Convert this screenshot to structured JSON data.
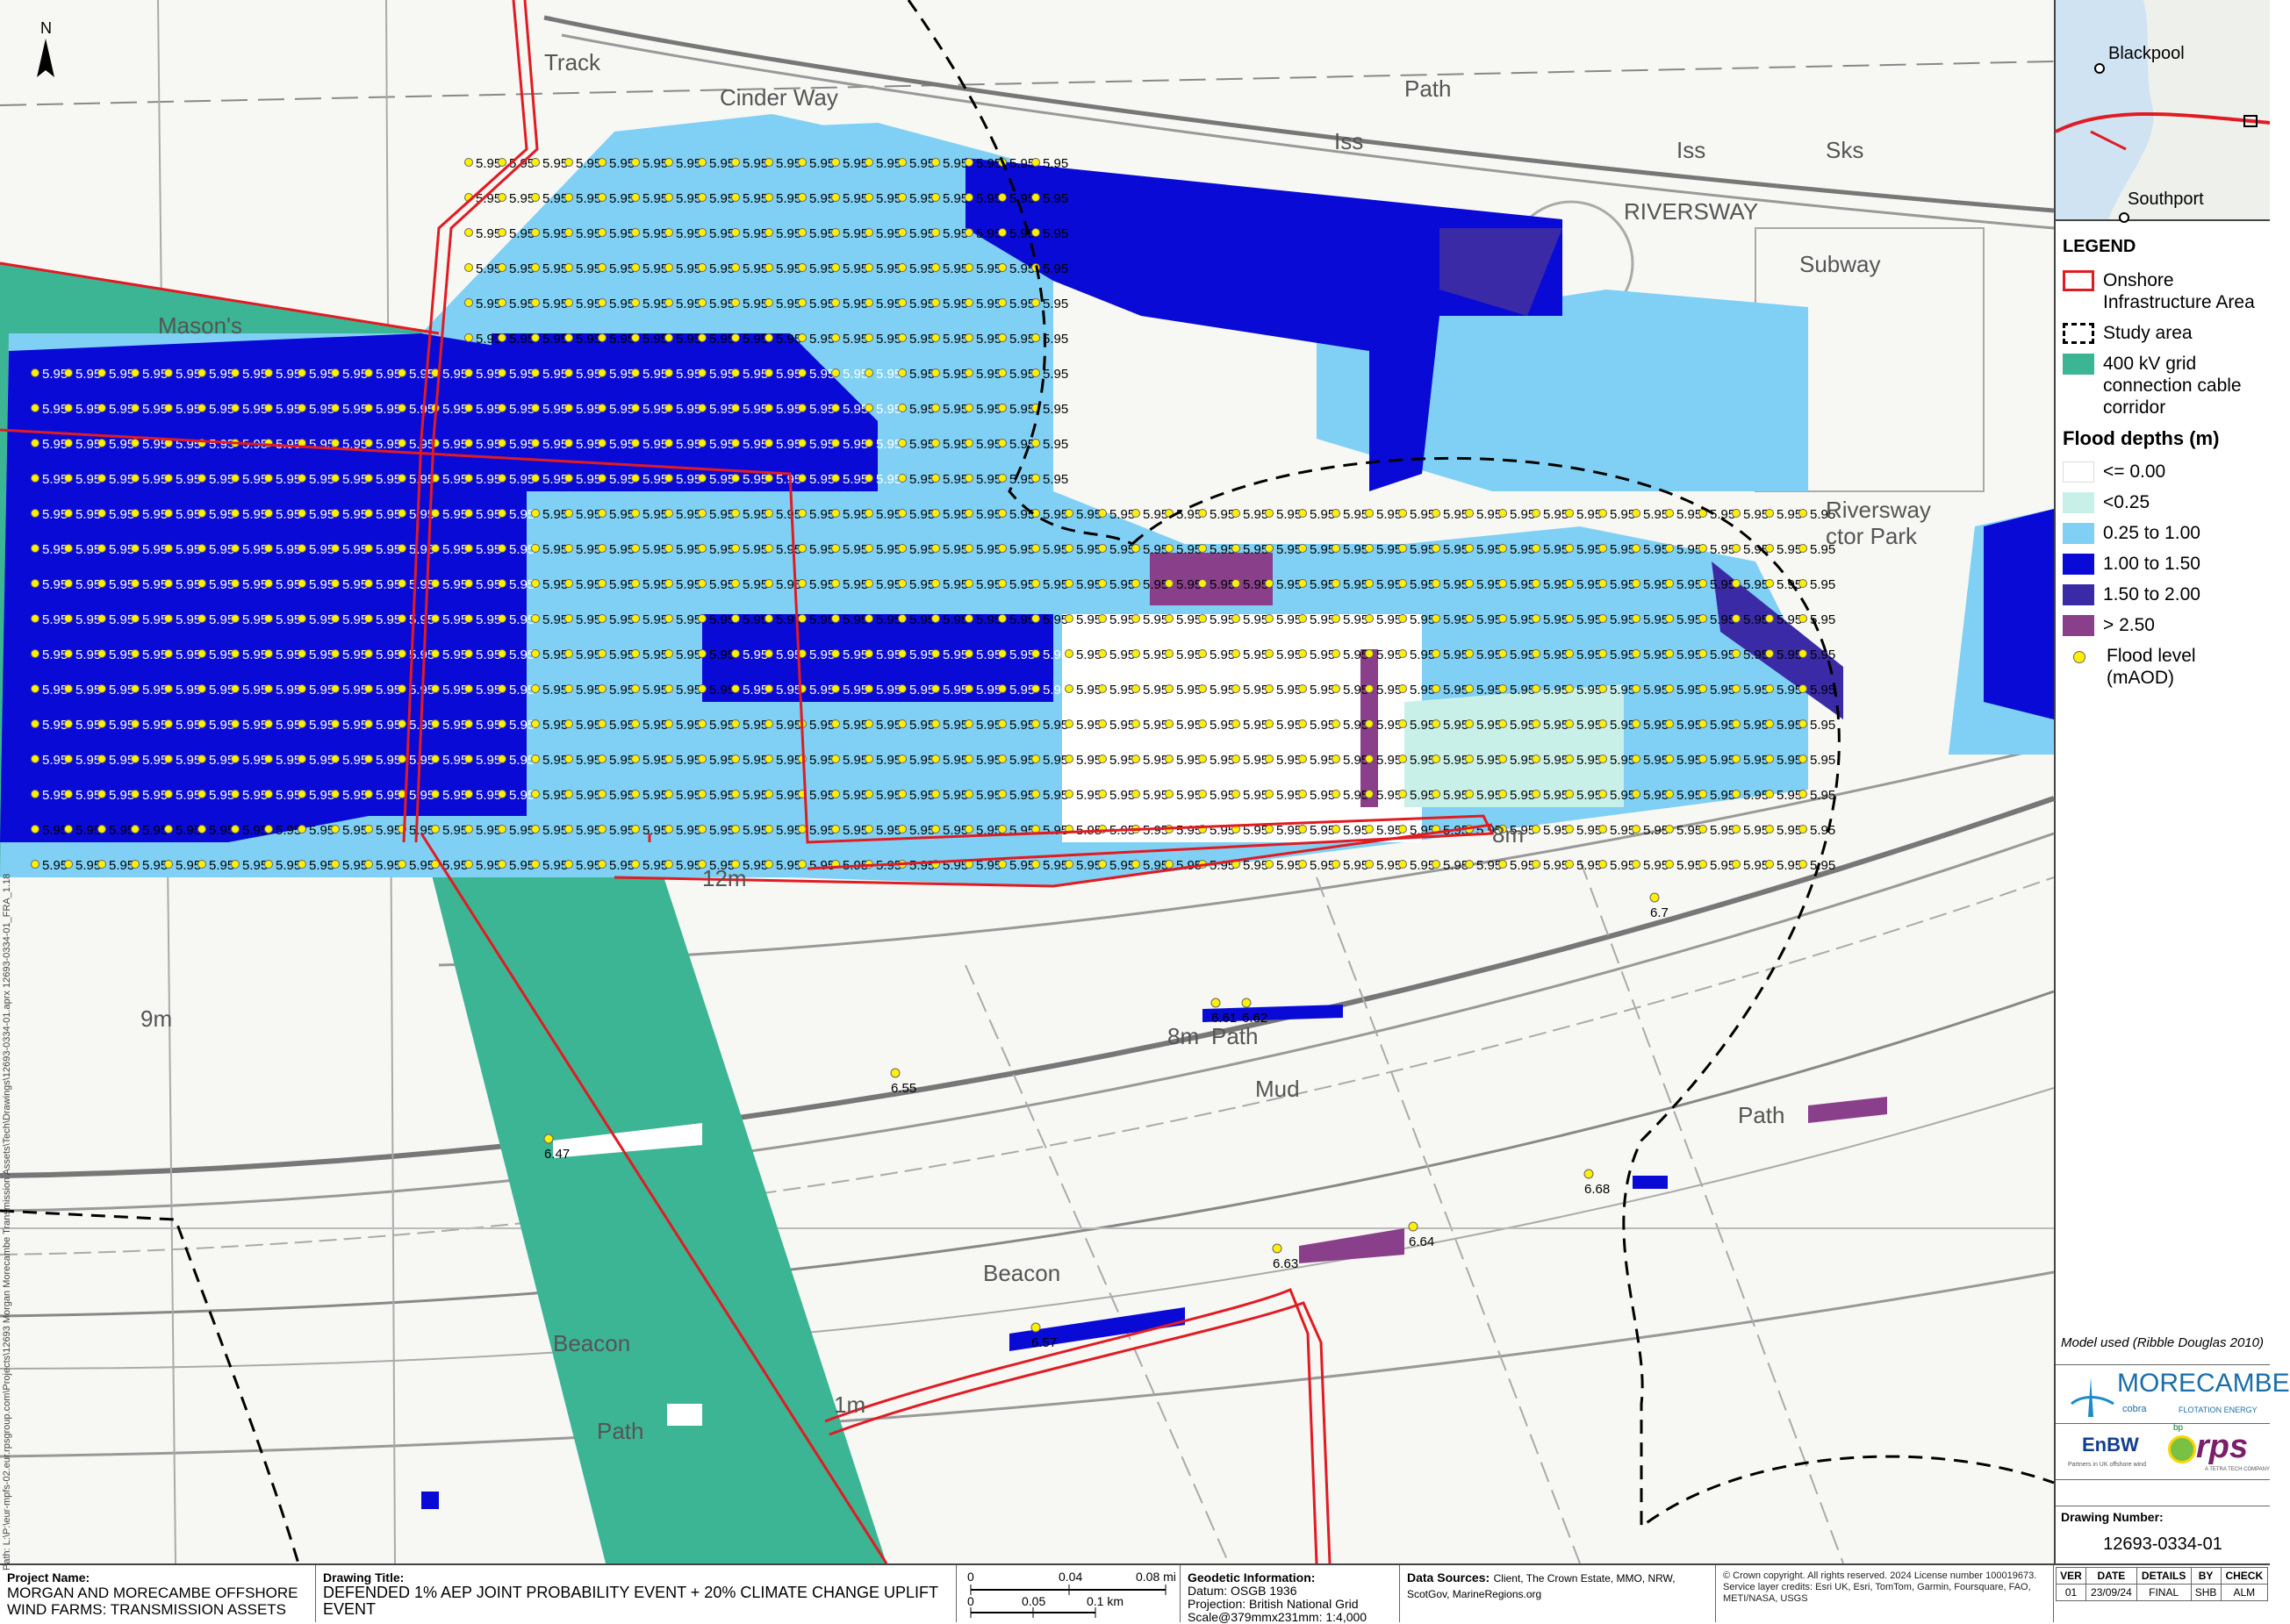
{
  "map": {
    "north": "N",
    "labels": [
      "Path",
      "Iss",
      "Iss",
      "Sks",
      "RIVERSWAY",
      "Subway",
      "Riversway",
      "ctor Park",
      "Track",
      "Cinder Way",
      "Mud",
      "Beacon",
      "Beacon",
      "Path",
      "Path",
      "Path",
      "9m",
      "8m",
      "8m",
      "12m",
      "1m",
      "Mason's"
    ],
    "flood_level_value": "5.95",
    "spot_levels": [
      "6.7",
      "6.61",
      "6.62",
      "6.55",
      "6.47",
      "6.68",
      "6.64",
      "6.63",
      "6.57"
    ],
    "colors": {
      "flood_le0": "#ffffff",
      "flood_lt025": "#c8f0e8",
      "flood_025_100": "#7fd0f4",
      "flood_100_150": "#0a0ad6",
      "flood_150_200": "#3a2aa6",
      "flood_gt250": "#8a3f8a",
      "cable_corridor": "#3cb595",
      "infra_outline": "#e11b22"
    }
  },
  "inset": {
    "place1": "Blackpool",
    "place2": "Southport"
  },
  "legend": {
    "title": "LEGEND",
    "onshore": "Onshore Infrastructure Area",
    "study": "Study area",
    "corridor": "400 kV grid connection cable corridor",
    "flood_title": "Flood depths (m)",
    "d0": "<= 0.00",
    "d1": "<0.25",
    "d2": "0.25 to 1.00",
    "d3": "1.00 to 1.50",
    "d4": "1.50 to 2.00",
    "d5": "> 2.50",
    "flood_level": "Flood level (mAOD)"
  },
  "model_note": "Model used (Ribble Douglas 2010)",
  "logos": {
    "morecambe": "MORECAMBE",
    "cobra": "cobra",
    "flotation": "FLOTATION ENERGY",
    "enbw": "EnBW",
    "bp": "bp",
    "rps": "rps",
    "enbw_sub": "Partners in UK offshore wind",
    "rps_sub": "A TETRA TECH COMPANY"
  },
  "drawing_number": {
    "label": "Drawing Number:",
    "value": "12693-0334-01"
  },
  "footer": {
    "project_label": "Project Name:",
    "project_value": "MORGAN AND MORECAMBE OFFSHORE WIND FARMS: TRANSMISSION ASSETS",
    "title_label": "Drawing Title:",
    "title_value": "DEFENDED 1% AEP JOINT PROBABILITY EVENT + 20% CLIMATE CHANGE UPLIFT EVENT",
    "scale_mi": [
      "0",
      "0.04",
      "0.08 mi"
    ],
    "scale_km": [
      "0",
      "0.05",
      "0.1 km"
    ],
    "geodetic_label": "Geodetic Information:",
    "geodetic_lines": [
      "Datum: OSGB 1936",
      "Projection: British National Grid",
      "Scale@379mmx231mm: 1:4,000"
    ],
    "sources_label": "Data Sources:",
    "sources_value": "Client, The Crown Estate, MMO, NRW, ScotGov, MarineRegions.org",
    "copyright": "© Crown copyright. All rights reserved. 2024 License number 100019673. Service layer credits: Esri UK, Esri, TomTom, Garmin, Foursquare, FAO, METI/NASA, USGS",
    "rev_headers": [
      "VER",
      "DATE",
      "DETAILS",
      "BY",
      "CHECK"
    ],
    "rev_row": [
      "01",
      "23/09/24",
      "FINAL",
      "SHB",
      "ALM"
    ]
  },
  "vertical_path": "Path: L:\\P:\\eur-mpfs-02.eur.rpsgroup.com\\Projects\\12693 Morgan Morecambe Transmission Assets\\Tech\\Drawings\\12693-0334-01.aprx 12693-0334-01_FRA_1.18"
}
